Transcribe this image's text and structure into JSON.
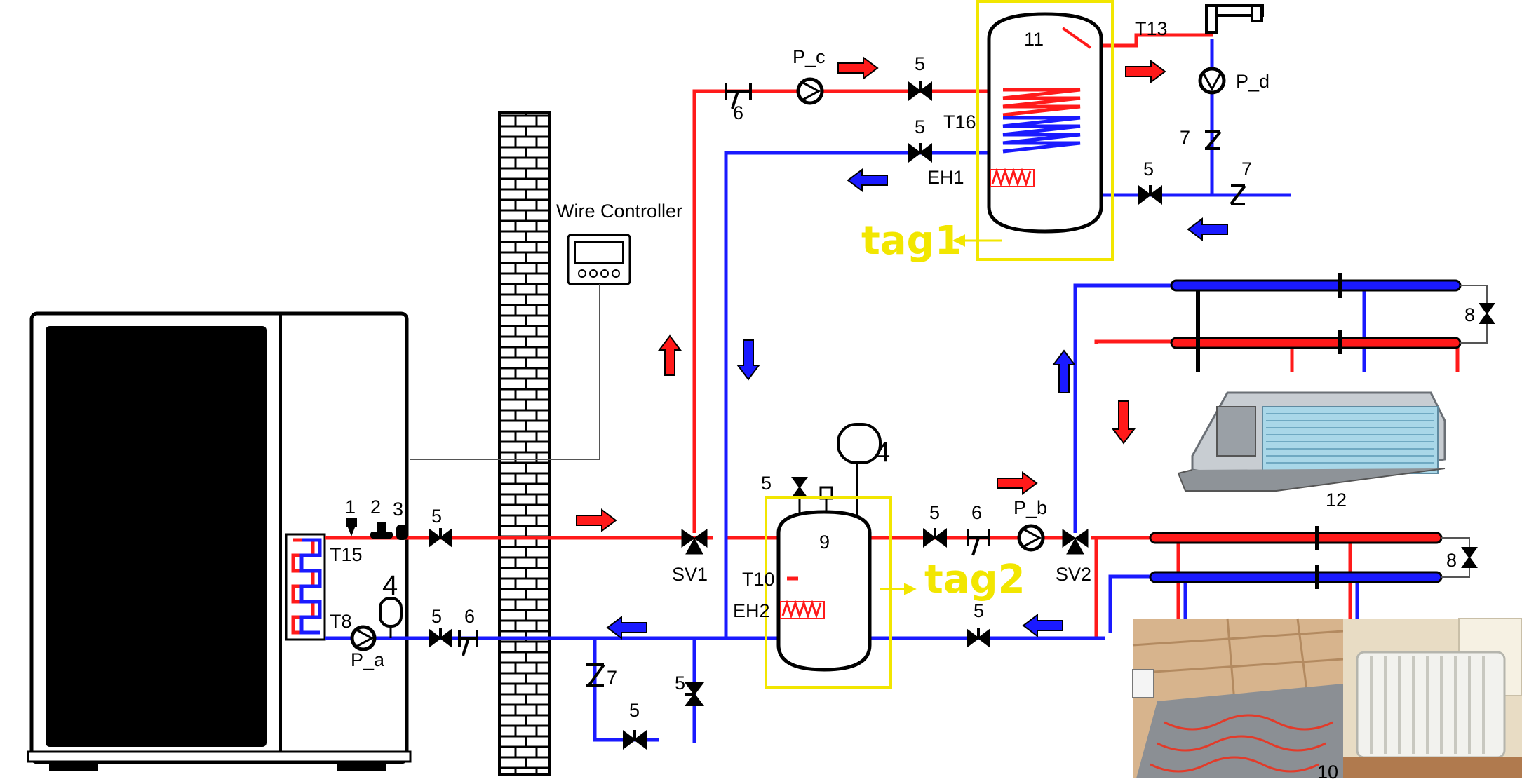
{
  "labels": {
    "wire_controller": "Wire Controller",
    "n1": "1",
    "n2": "2",
    "n3": "3",
    "n4_unit": "4",
    "n4_exp": "4",
    "n5_a": "5",
    "n5_b": "5",
    "n5_c": "5",
    "n5_d": "5",
    "n5_e": "5",
    "n5_f": "5",
    "n5_g": "5",
    "n5_h": "5",
    "n5_i": "5",
    "n5_j": "5",
    "n6_a": "6",
    "n6_b": "6",
    "n6_c": "6",
    "n7_a": "7",
    "n7_b": "7",
    "n7_c": "7",
    "n8_a": "8",
    "n8_b": "8",
    "n9": "9",
    "n10": "10",
    "n11": "11",
    "n12": "12",
    "t8": "T8",
    "t10": "T10",
    "t13": "T13",
    "t15": "T15",
    "t16": "T16",
    "pa": "P_a",
    "pb": "P_b",
    "pc": "P_c",
    "pd": "P_d",
    "sv1": "SV1",
    "sv2": "SV2",
    "eh1": "EH1",
    "eh2": "EH2",
    "tag1": "tag1",
    "tag2": "tag2"
  },
  "colors": {
    "hot_line": "#ff1a1a",
    "cold_line": "#1a1aff",
    "highlight": "#f2e600",
    "unit_panel": "#000000"
  }
}
